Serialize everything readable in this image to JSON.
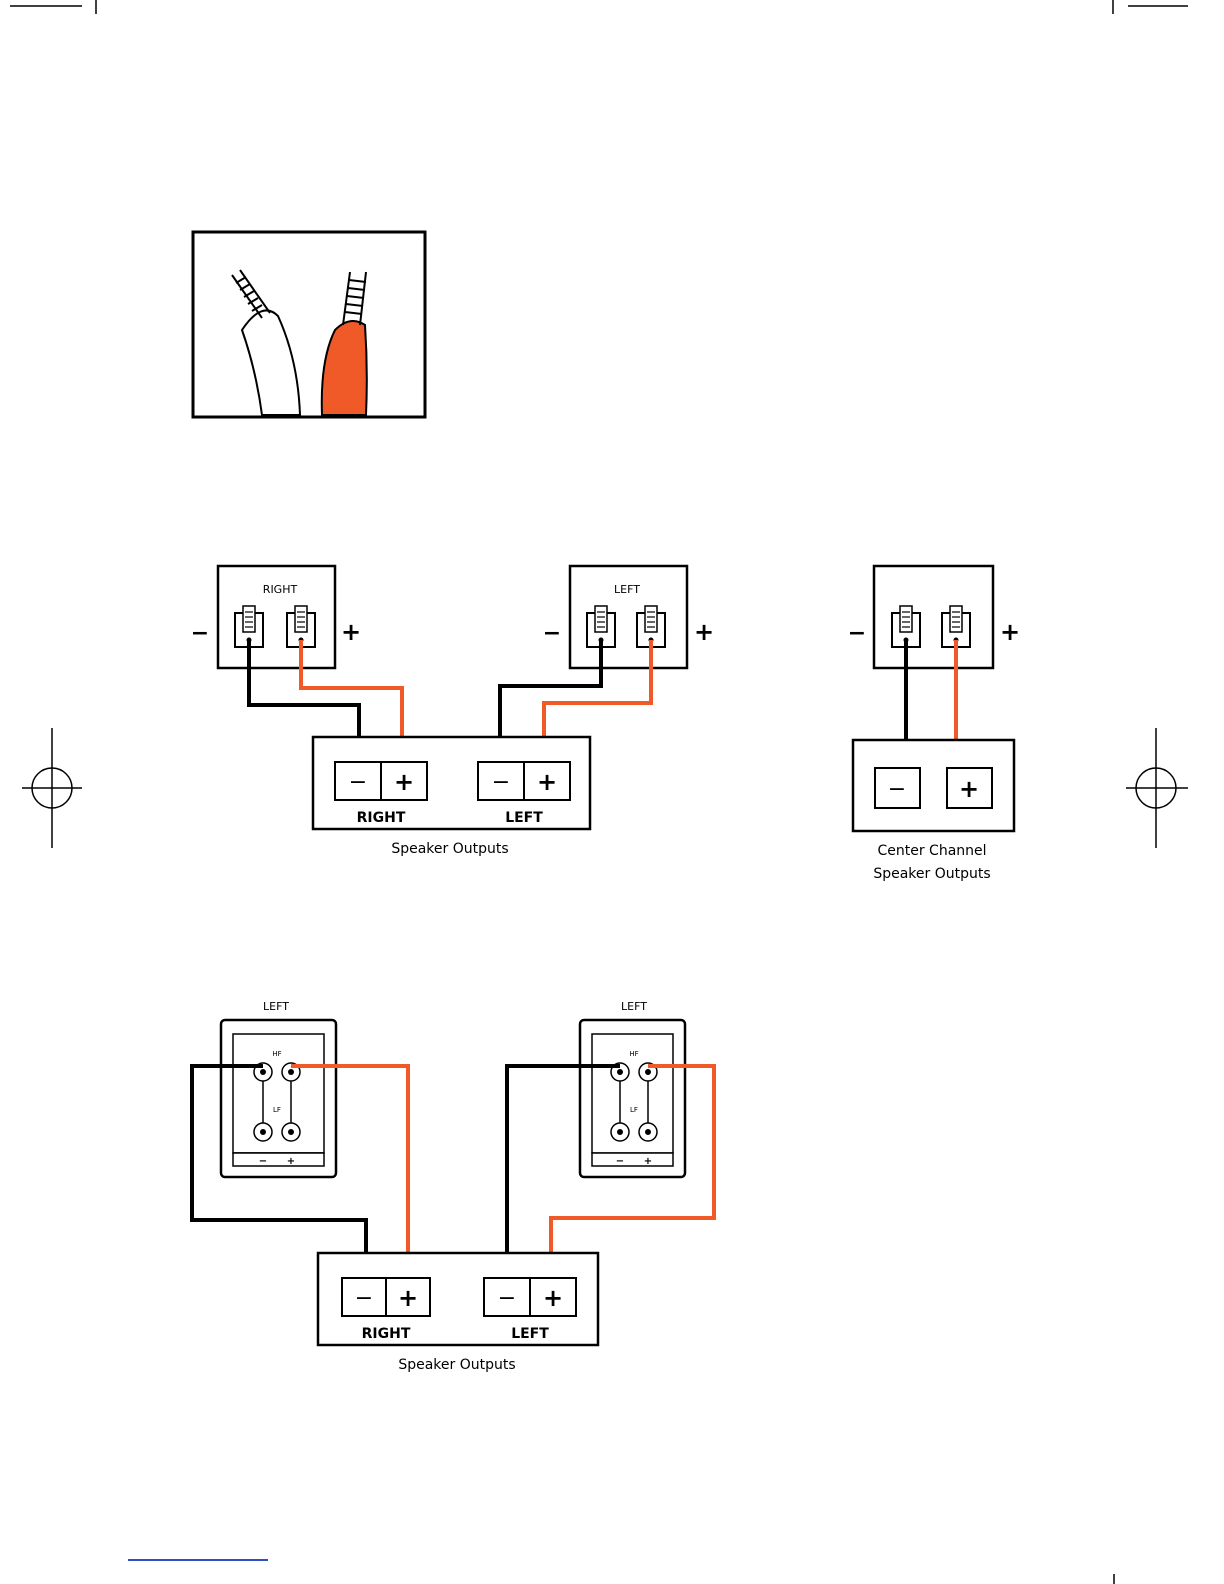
{
  "colors": {
    "positive_wire": "#f05a28",
    "negative_wire": "#000000",
    "outline": "#000000",
    "background": "#ffffff"
  },
  "wire_closeup": {
    "icon": "speaker-wire-closeup-icon"
  },
  "diagram1": {
    "speaker_right_label": "RIGHT",
    "speaker_left_label": "LEFT",
    "minus_sign": "−",
    "plus_sign": "+",
    "amp_right_label": "RIGHT",
    "amp_left_label": "LEFT",
    "amp_caption": "Speaker Outputs"
  },
  "diagram_center": {
    "minus_sign": "−",
    "plus_sign": "+",
    "caption_line1": "Center Channel",
    "caption_line2": "Speaker Outputs"
  },
  "diagram2": {
    "speaker_a_label": "LEFT",
    "speaker_b_label": "LEFT",
    "hf_label": "HF",
    "lf_label": "LF",
    "terminal_minus": "−",
    "terminal_plus": "+",
    "amp_right_label": "RIGHT",
    "amp_left_label": "LEFT",
    "amp_caption": "Speaker Outputs"
  }
}
